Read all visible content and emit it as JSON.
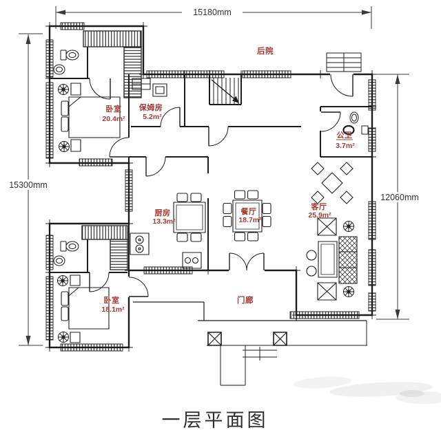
{
  "colors": {
    "room_label": "#a83b32",
    "wall_line": "#1c1c1c",
    "dim_text": "#333333",
    "title_text": "#2f2f2f",
    "background": "#ffffff"
  },
  "dimensions": {
    "top": "15180mm",
    "left": "15300mm",
    "right": "12060mm"
  },
  "rooms": [
    {
      "name": "后院",
      "area": ""
    },
    {
      "name": "卧室",
      "area": "20.4m²"
    },
    {
      "name": "保姆房",
      "area": "5.2m²"
    },
    {
      "name": "公卫",
      "area": "3.7m²"
    },
    {
      "name": "客厅",
      "area": "25.9m²"
    },
    {
      "name": "餐厅",
      "area": "18.7m²"
    },
    {
      "name": "厨房",
      "area": "13.3m²"
    },
    {
      "name": "卧室",
      "area": "18.1m²"
    },
    {
      "name": "门廊",
      "area": ""
    }
  ],
  "title": {
    "text": "一层平面图"
  },
  "symbols": [
    "bed",
    "wardrobe",
    "toilet",
    "sink",
    "stove",
    "kitchen-sink",
    "dining-table",
    "kitchen-table",
    "round-table",
    "sofa",
    "coffee-table",
    "side-table",
    "plant",
    "stairs",
    "porch-column",
    "entry-steps",
    "exterior-steps",
    "double-entry-door",
    "door"
  ]
}
